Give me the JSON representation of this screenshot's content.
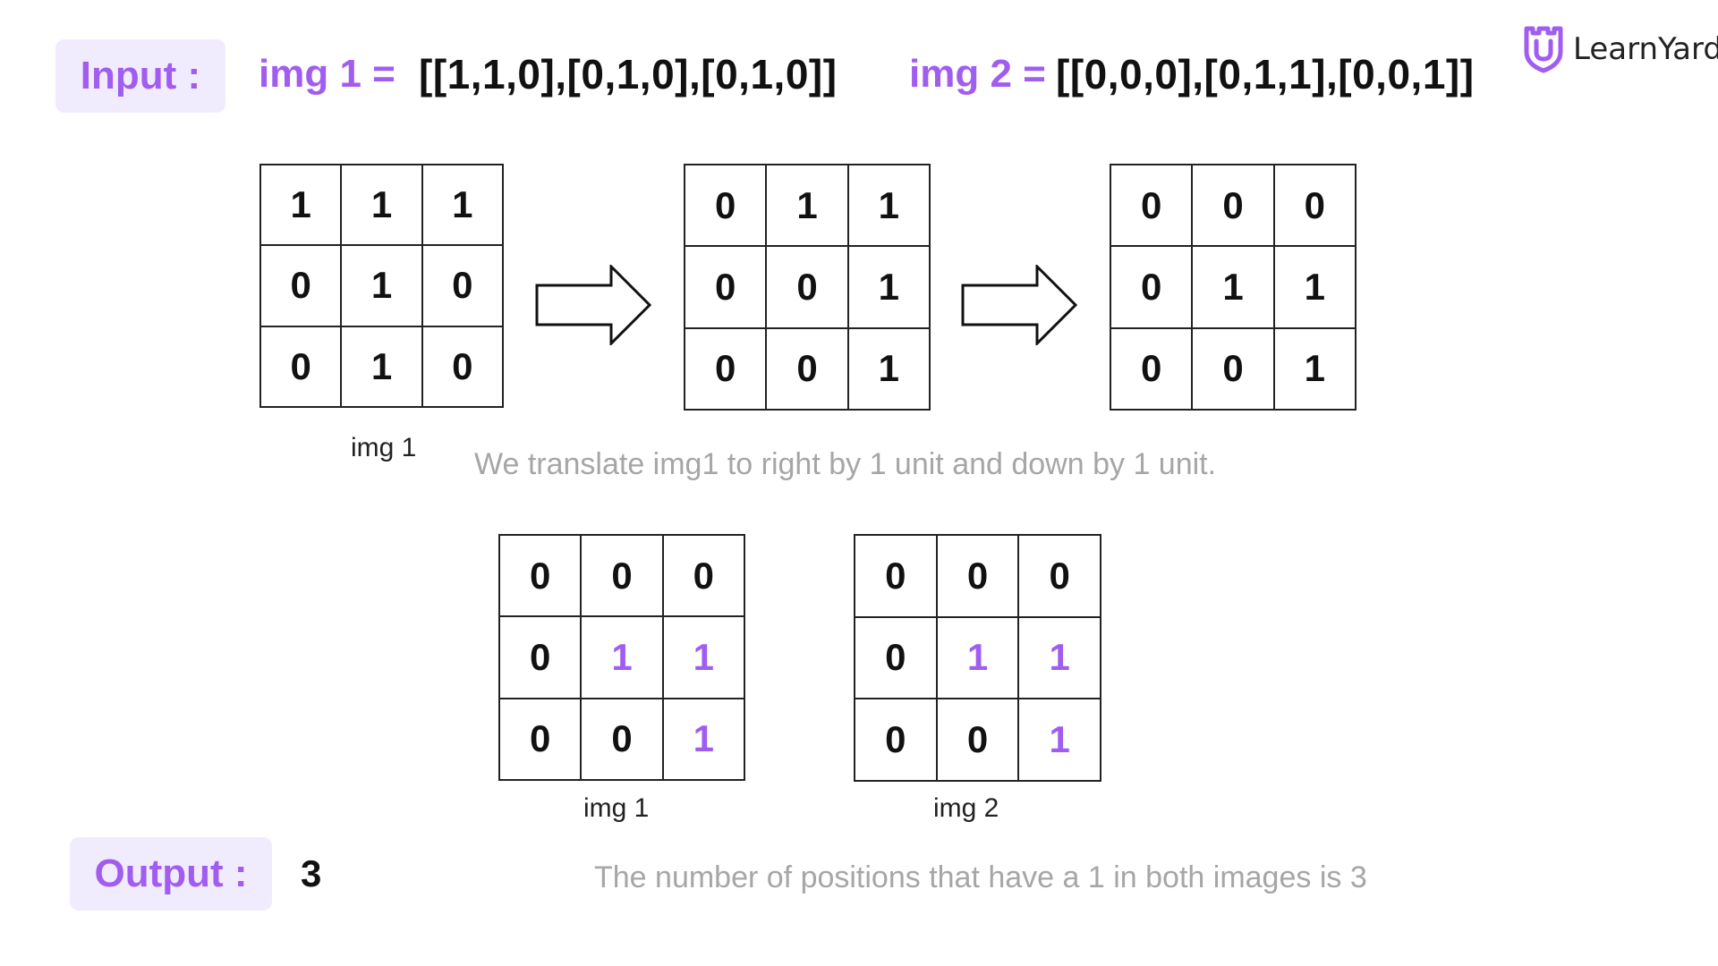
{
  "header": {
    "input_label": "Input :",
    "img1_label": "img 1 =",
    "img1_array": "[[1,1,0],[0,1,0],[0,1,0]]",
    "img2_label": "img 2 =",
    "img2_array": "[[0,0,0],[0,1,1],[0,0,1]]"
  },
  "brand": {
    "name": "LearnYard",
    "logo_icon": "shield-logo-icon",
    "accent_color": "#a15df0"
  },
  "translation": {
    "grids": [
      {
        "cells": [
          "1",
          "1",
          "1",
          "0",
          "1",
          "0",
          "0",
          "1",
          "0"
        ]
      },
      {
        "cells": [
          "0",
          "1",
          "1",
          "0",
          "0",
          "1",
          "0",
          "0",
          "1"
        ]
      },
      {
        "cells": [
          "0",
          "0",
          "0",
          "0",
          "1",
          "1",
          "0",
          "0",
          "1"
        ]
      }
    ],
    "caption": "img 1",
    "note": "We translate img1 to right by 1 unit and down by 1 unit."
  },
  "comparison": {
    "img1": {
      "caption": "img 1",
      "cells": [
        "0",
        "0",
        "0",
        "0",
        "1",
        "1",
        "0",
        "0",
        "1"
      ],
      "highlight": [
        false,
        false,
        false,
        false,
        true,
        true,
        false,
        false,
        true
      ]
    },
    "img2": {
      "caption": "img 2",
      "cells": [
        "0",
        "0",
        "0",
        "0",
        "1",
        "1",
        "0",
        "0",
        "1"
      ],
      "highlight": [
        false,
        false,
        false,
        false,
        true,
        true,
        false,
        false,
        true
      ]
    }
  },
  "output": {
    "label": "Output :",
    "value": "3",
    "note": "The number of positions that have a 1 in both images is 3"
  }
}
